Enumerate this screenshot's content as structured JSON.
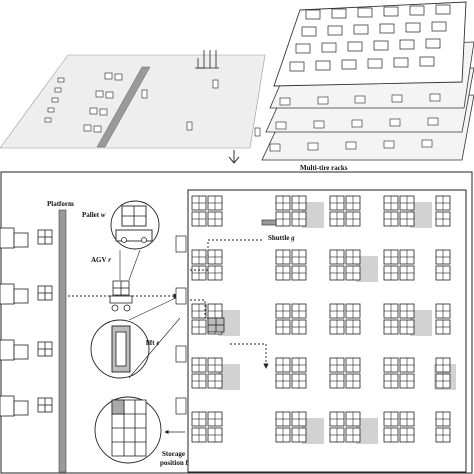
{
  "labels": {
    "multi_tier_racks": "Multi-tire racks",
    "platform": "Platform",
    "pallet": "Pallet",
    "pallet_var": "w",
    "agv": "AGV",
    "agv_var": "r",
    "shuttle": "Shuttle",
    "shuttle_var": "g",
    "lift": "lift",
    "lift_var": "e",
    "storage_position": "Storage",
    "storage_position_line2": "position",
    "storage_var": "b"
  },
  "colors": {
    "stroke": "#222222",
    "floor": "#eeeeee",
    "shade": "#c8c8c8",
    "platform": "#9a9a9a"
  }
}
